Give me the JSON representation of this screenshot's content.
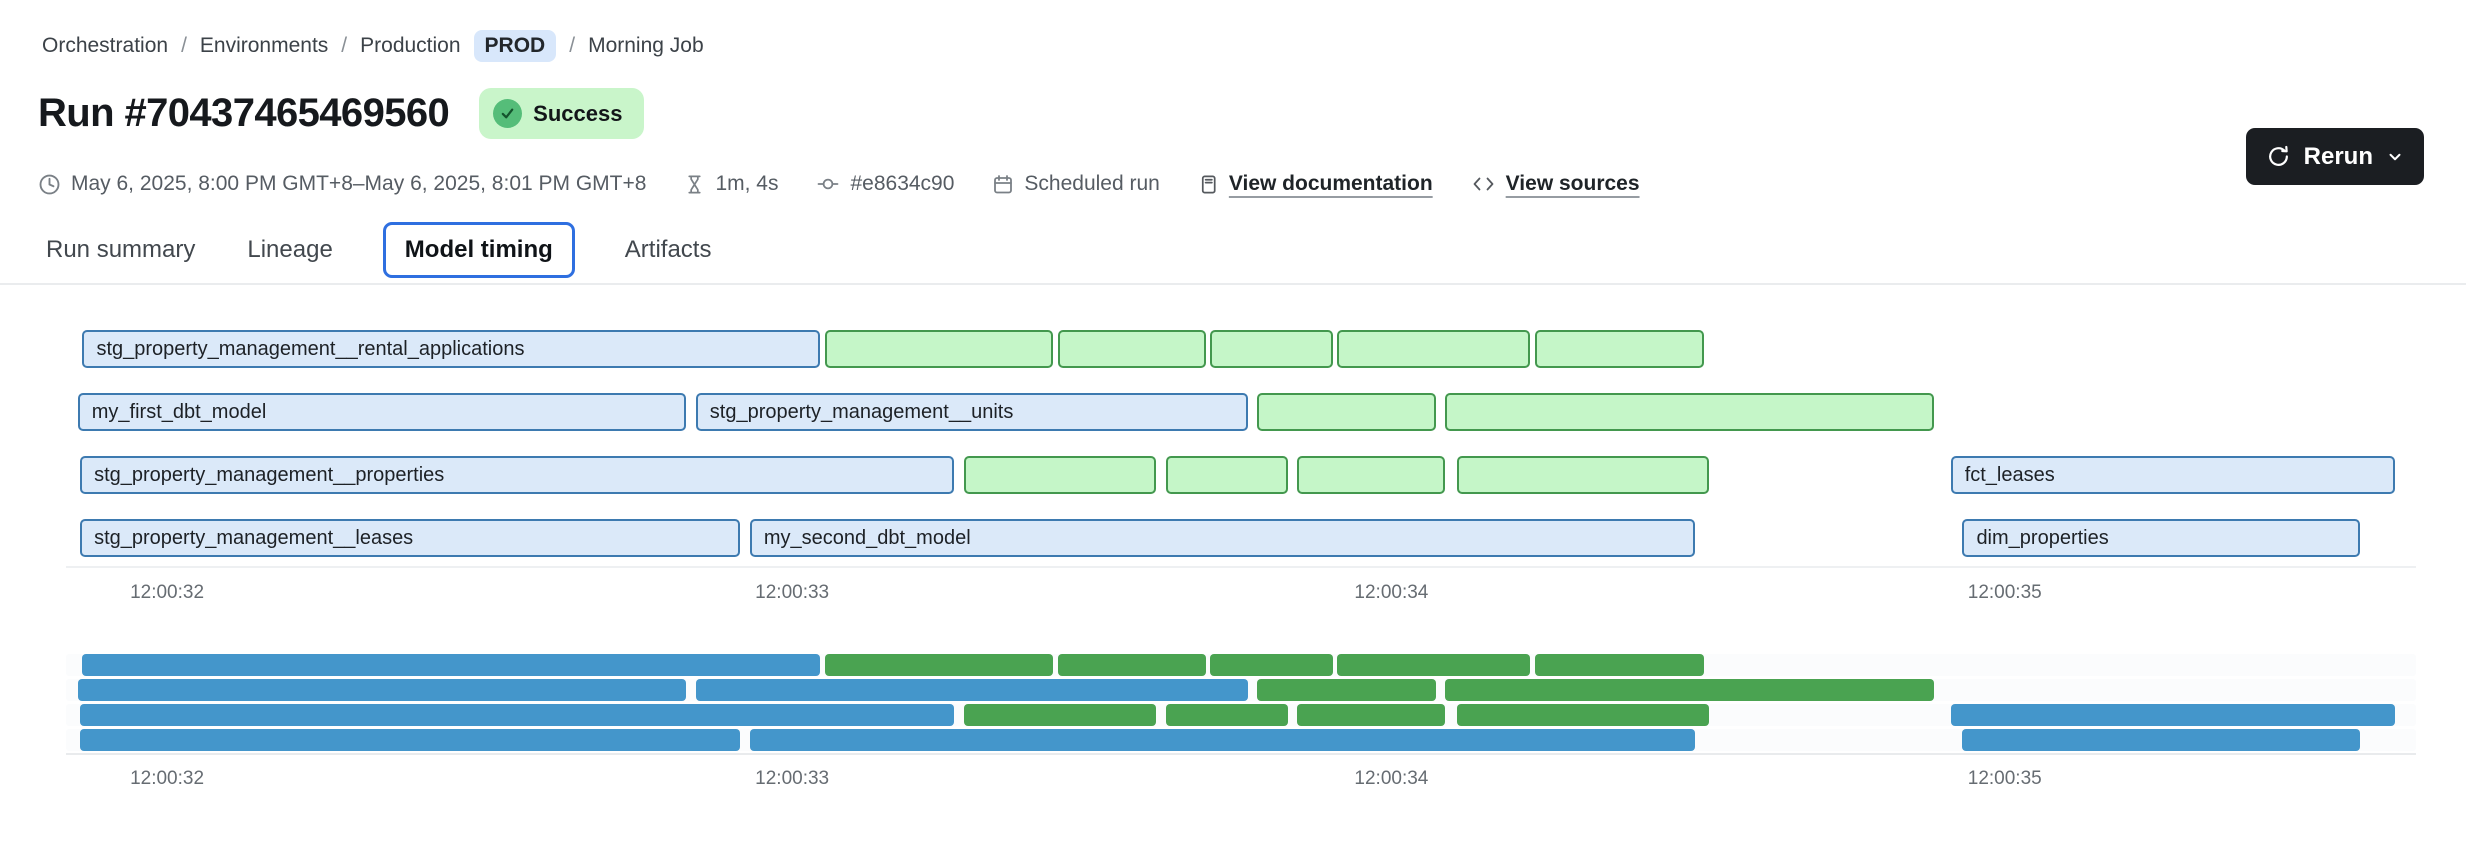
{
  "breadcrumb": {
    "separator": "/",
    "items": [
      "Orchestration",
      "Environments",
      "Production"
    ],
    "env_badge": "PROD",
    "last": "Morning Job"
  },
  "header": {
    "title": "Run #70437465469560",
    "status_label": "Success",
    "rerun_label": "Rerun"
  },
  "meta": {
    "time_range": "May 6, 2025, 8:00 PM GMT+8–May 6, 2025, 8:01 PM GMT+8",
    "duration": "1m, 4s",
    "commit": "#e8634c90",
    "trigger": "Scheduled run",
    "doc_link": "View documentation",
    "sources_link": "View sources"
  },
  "tabs": [
    {
      "label": "Run summary",
      "active": false
    },
    {
      "label": "Lineage",
      "active": false
    },
    {
      "label": "Model timing",
      "active": true
    },
    {
      "label": "Artifacts",
      "active": false
    }
  ],
  "icons": {
    "clock-icon": "run start/end time",
    "hourglass-icon": "duration",
    "commit-icon": "git commit hash",
    "calendar-icon": "scheduled trigger",
    "document-icon": "documentation link",
    "code-icon": "sources link",
    "refresh-icon": "rerun",
    "chevron-down-icon": "rerun menu",
    "check-circle-icon": "success status"
  },
  "colors": {
    "accent_blue": "#2e6fe0",
    "badge_blue_bg": "#d8e7fb",
    "success_bg": "#c9f5ca",
    "success_circle": "#55bd79",
    "button_dark": "#1b1e22",
    "bar_blue_fill": "#dbe9f9",
    "bar_blue_border": "#3d7ab0",
    "bar_green_fill": "#c5f6c8",
    "bar_green_border": "#43984e",
    "minimap_blue": "#4496cb",
    "minimap_green": "#4aa351"
  },
  "chart_data": {
    "type": "gantt",
    "description": "dbt model timing Gantt chart; top chart shows labeled outlined bars, bottom minimap repeats the same bars as solid blue/green blocks over the same time axis",
    "x_axis": {
      "ticks": [
        {
          "label": "12:00:32",
          "pos_pct": 4.3
        },
        {
          "label": "12:00:33",
          "pos_pct": 30.9
        },
        {
          "label": "12:00:34",
          "pos_pct": 56.4
        },
        {
          "label": "12:00:35",
          "pos_pct": 82.5
        }
      ]
    },
    "rows": [
      {
        "bars": [
          {
            "label": "stg_property_management__rental_applications",
            "color": "blue",
            "start_pct": 0.7,
            "end_pct": 32.1
          },
          {
            "label": "",
            "color": "green",
            "start_pct": 32.3,
            "end_pct": 42.0
          },
          {
            "label": "",
            "color": "green",
            "start_pct": 42.2,
            "end_pct": 48.5
          },
          {
            "label": "",
            "color": "green",
            "start_pct": 48.7,
            "end_pct": 53.9
          },
          {
            "label": "",
            "color": "green",
            "start_pct": 54.1,
            "end_pct": 62.3
          },
          {
            "label": "",
            "color": "green",
            "start_pct": 62.5,
            "end_pct": 69.7
          }
        ]
      },
      {
        "bars": [
          {
            "label": "my_first_dbt_model",
            "color": "blue",
            "start_pct": 0.5,
            "end_pct": 26.4
          },
          {
            "label": "stg_property_management__units",
            "color": "blue",
            "start_pct": 26.8,
            "end_pct": 50.3
          },
          {
            "label": "",
            "color": "green",
            "start_pct": 50.7,
            "end_pct": 58.3
          },
          {
            "label": "",
            "color": "green",
            "start_pct": 58.7,
            "end_pct": 79.5
          }
        ]
      },
      {
        "bars": [
          {
            "label": "stg_property_management__properties",
            "color": "blue",
            "start_pct": 0.6,
            "end_pct": 37.8
          },
          {
            "label": "",
            "color": "green",
            "start_pct": 38.2,
            "end_pct": 46.4
          },
          {
            "label": "",
            "color": "green",
            "start_pct": 46.8,
            "end_pct": 52.0
          },
          {
            "label": "",
            "color": "green",
            "start_pct": 52.4,
            "end_pct": 58.7
          },
          {
            "label": "",
            "color": "green",
            "start_pct": 59.2,
            "end_pct": 69.9
          },
          {
            "label": "fct_leases",
            "color": "blue",
            "start_pct": 80.2,
            "end_pct": 99.1
          }
        ]
      },
      {
        "bars": [
          {
            "label": "stg_property_management__leases",
            "color": "blue",
            "start_pct": 0.6,
            "end_pct": 28.7
          },
          {
            "label": "my_second_dbt_model",
            "color": "blue",
            "start_pct": 29.1,
            "end_pct": 69.3
          },
          {
            "label": "dim_properties",
            "color": "blue",
            "start_pct": 80.7,
            "end_pct": 97.6
          }
        ]
      }
    ]
  }
}
